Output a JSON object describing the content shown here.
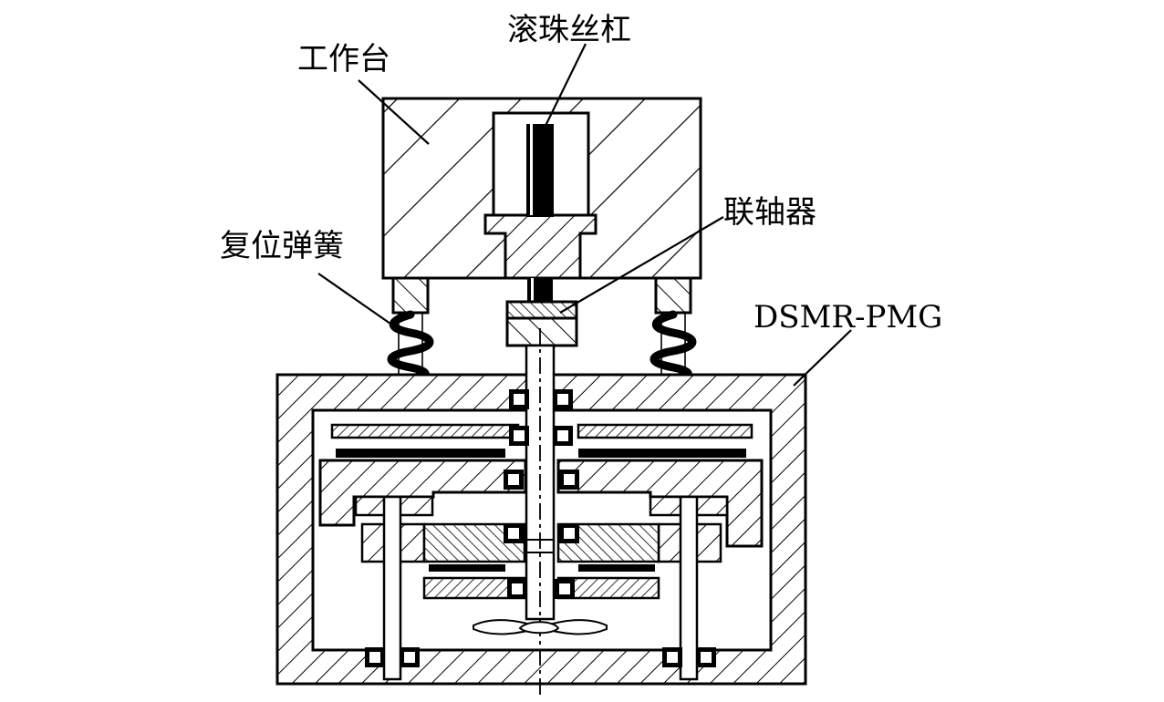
{
  "labels": {
    "worktable": "工作台",
    "ball_screw": "滚珠丝杠",
    "coupling": "联轴器",
    "return_spring": "复位弹簧",
    "dsmr_pmg": "DSMR-PMG"
  },
  "colors": {
    "line": "#000000",
    "background": "#ffffff"
  }
}
